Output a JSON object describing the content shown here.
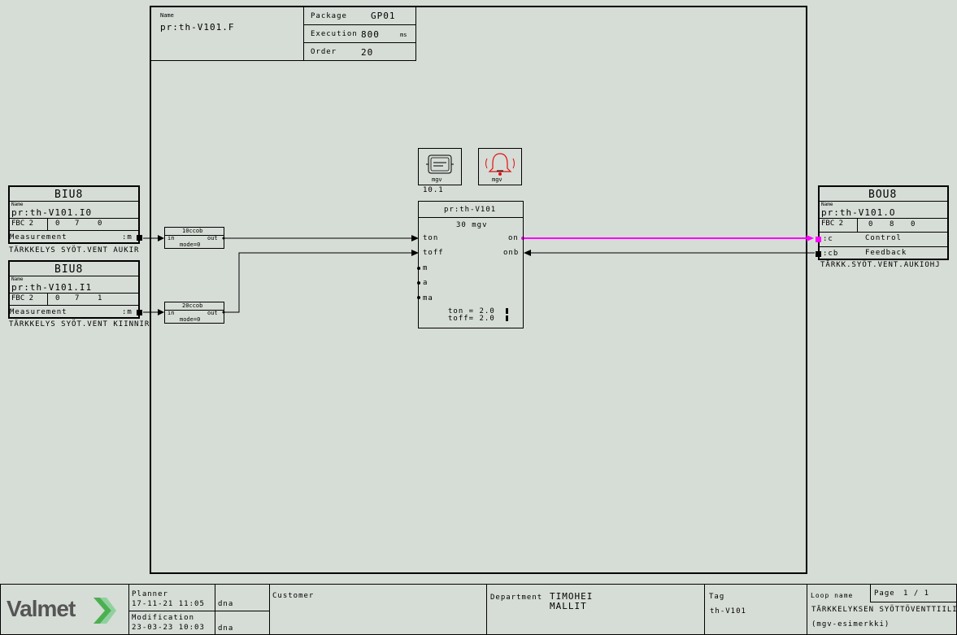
{
  "header": {
    "name_label": "Name",
    "name_value": "pr:th-V101.F",
    "package_label": "Package",
    "package_value": "GP01",
    "execution_label": "Execution",
    "execution_value": "800",
    "execution_unit": "ms",
    "order_label": "Order",
    "order_value": "20"
  },
  "icons": {
    "display_label": "mgv",
    "display_value": "10.1",
    "alarm_label": "mgv"
  },
  "inputs": [
    {
      "type": "BIU8",
      "name_label": "Name",
      "name": "pr:th-V101.I0",
      "fbc": "FBC 2",
      "c1": "0",
      "c2": "7",
      "c3": "0",
      "port_label": "Measurement",
      "port": ":m",
      "description": "TÄRKKELYS SYÖT.VENT AUKIR"
    },
    {
      "type": "BIU8",
      "name_label": "Name",
      "name": "pr:th-V101.I1",
      "fbc": "FBC 2",
      "c1": "0",
      "c2": "7",
      "c3": "1",
      "port_label": "Measurement",
      "port": ":m",
      "description": "TÄRKKELYS SYÖT.VENT KIINNIR"
    }
  ],
  "ccob": [
    {
      "title": "10ccob",
      "in": "in",
      "out": "out",
      "mode": "mode=0"
    },
    {
      "title": "20ccob",
      "in": "in",
      "out": "out",
      "mode": "mode=0"
    }
  ],
  "main_block": {
    "name": "pr:th-V101",
    "sub": "30 mgv",
    "ports_left": [
      "ton",
      "toff",
      "m",
      "a",
      "ma"
    ],
    "ports_right": [
      "on",
      "onb"
    ],
    "ton_param": "ton = 2.0",
    "toff_param": "toff= 2.0"
  },
  "output": {
    "type": "BOU8",
    "name_label": "Name",
    "name": "pr:th-V101.O",
    "fbc": "FBC 2",
    "c1": "0",
    "c2": "8",
    "c3": "0",
    "control_port": ":c",
    "control_label": "Control",
    "feedback_port": ":cb",
    "feedback_label": "Feedback",
    "description": "TÄRKK.SYÖT.VENT.AUKIOHJ"
  },
  "title_block": {
    "logo": "Valmet",
    "planner_label": "Planner",
    "planner_date": "17-11-21 11:05",
    "planner_user": "dna",
    "modification_label": "Modification",
    "modification_date": "23-03-23 10:03",
    "modification_user": "dna",
    "customer_label": "Customer",
    "department_label": "Department",
    "department_line1": "TIMOHEI",
    "department_line2": "MALLIT",
    "tag_label": "Tag",
    "tag_value": "th-V101",
    "loop_label": "Loop name",
    "page_label": "Page",
    "page_value": "1 / 1",
    "loop_line1": "TÄRKKELYKSEN SYÖTTÖVENTTIILI",
    "loop_line2": "(mgv-esimerkki)"
  },
  "colors": {
    "background": "#d6dcd6",
    "highlight_wire": "#ff00ff",
    "alarm_icon": "#e01010",
    "logo_green": "#4caf50",
    "logo_text": "#555555"
  }
}
